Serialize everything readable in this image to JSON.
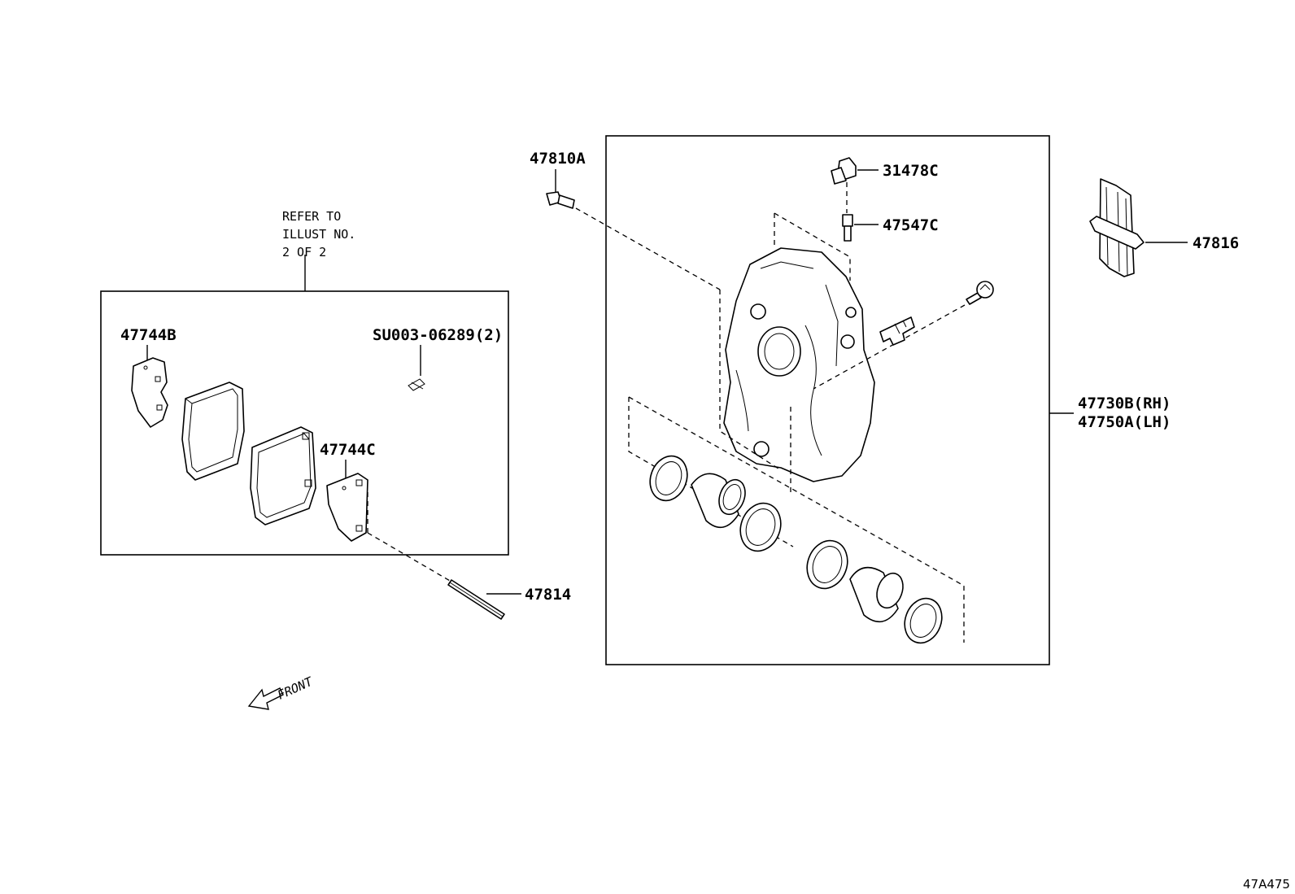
{
  "diagram": {
    "callouts": {
      "p47810A": "47810A",
      "p31478C": "31478C",
      "p47547C": "47547C",
      "p47816": "47816",
      "p47730B": "47730B(RH)",
      "p47750A": "47750A(LH)",
      "p47744B": "47744B",
      "p47744C": "47744C",
      "pSU003": "SU003-06289(2)",
      "p47814": "47814"
    },
    "refer_note": [
      "REFER TO",
      "ILLUST NO.",
      "2 OF 2"
    ],
    "front_label": "FRONT",
    "illustration_code": "47A475"
  }
}
